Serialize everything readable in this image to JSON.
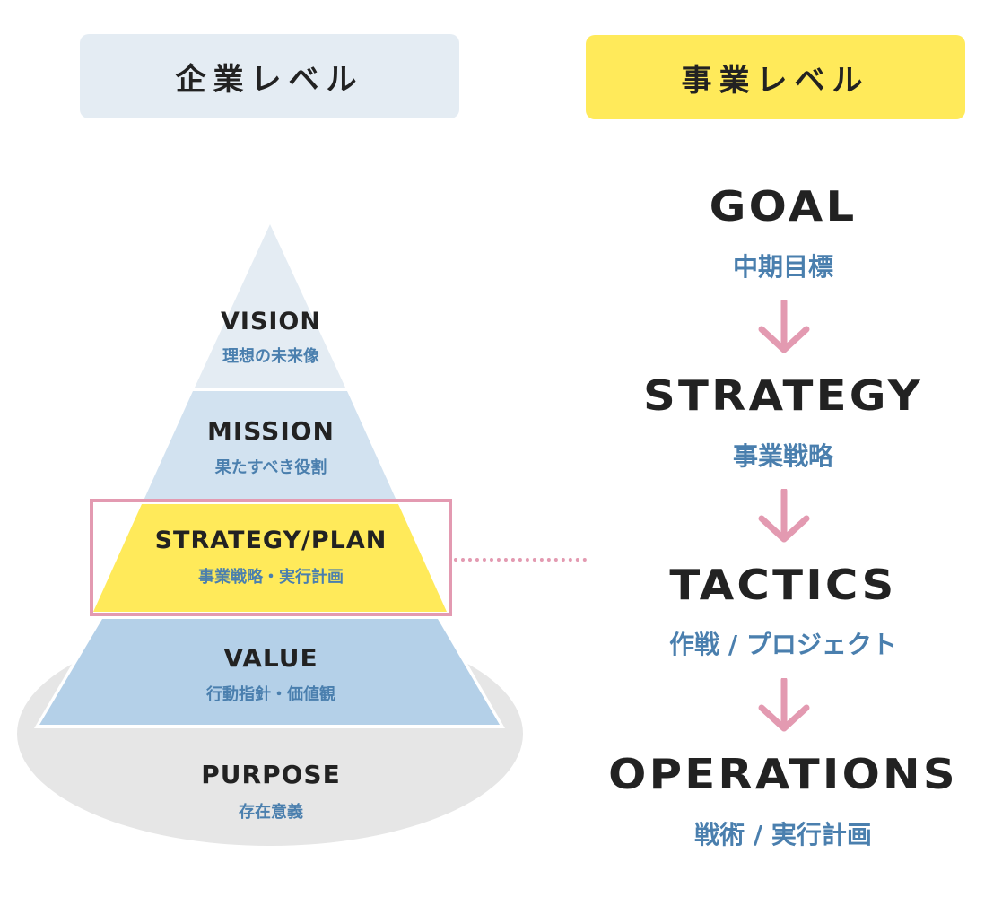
{
  "headers": {
    "corporate_level": "企業レベル",
    "business_level": "事業レベル"
  },
  "pyramid": {
    "layers": [
      {
        "en": "VISION",
        "jp": "理想の未来像"
      },
      {
        "en": "MISSION",
        "jp": "果たすべき役割"
      },
      {
        "en": "STRATEGY/PLAN",
        "jp": "事業戦略・実行計画"
      },
      {
        "en": "VALUE",
        "jp": "行動指針・価値観"
      }
    ],
    "base": {
      "en": "PURPOSE",
      "jp": "存在意義"
    },
    "highlighted_layer": "STRATEGY/PLAN"
  },
  "flow": {
    "steps": [
      {
        "en": "GOAL",
        "jp": "中期目標"
      },
      {
        "en": "STRATEGY",
        "jp": "事業戦略"
      },
      {
        "en": "TACTICS",
        "jp": "作戦 / プロジェクト"
      },
      {
        "en": "OPERATIONS",
        "jp": "戦術 / 実行計画"
      }
    ]
  },
  "colors": {
    "vision": "#e4ecf3",
    "mission": "#d2e2f0",
    "strategy": "#ffea5a",
    "value": "#b4d0e8",
    "purpose": "#e6e6e6",
    "highlight": "#e39ab1",
    "jp_text": "#4a7fae",
    "en_text": "#222222"
  }
}
